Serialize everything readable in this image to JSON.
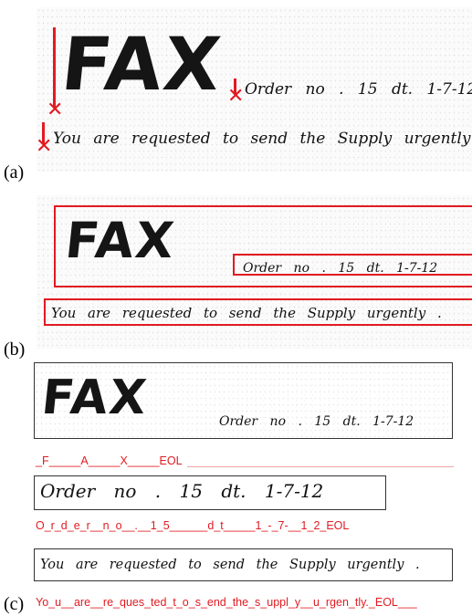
{
  "document": {
    "fax_word": "FAX",
    "order_line": "Order no . 15 dt. 1-7-12",
    "body_line": "You are requested to send the Supply urgently .",
    "panel_labels": {
      "a": "(a)",
      "b": "(b)",
      "c": "(c)"
    },
    "sequences": {
      "fax": "_F_____A_____X_____EOL",
      "order": "O_r_d_e_r__n_o__.__1_5______d_t_____1_-_7-__1_2_EOL",
      "body": "Yo_u__are__re_ques_ted_t_o_s_end_the_s_uppl_y__u_rgen_tly._EOL___"
    },
    "colors": {
      "annotation": "#e11b22",
      "ink": "#111111",
      "frame": "#333333"
    }
  }
}
